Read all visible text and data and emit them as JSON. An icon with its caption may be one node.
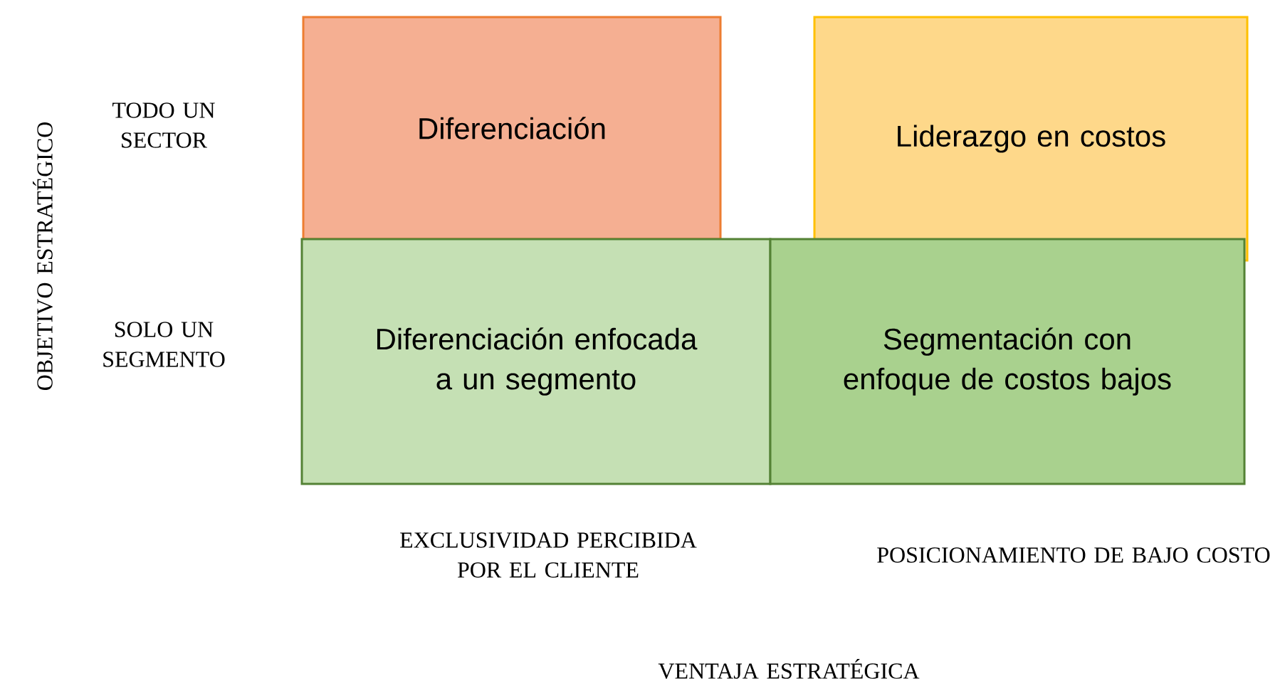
{
  "diagram": {
    "nodes": [
      {
        "text": [
          "Diferenciación"
        ]
      },
      {
        "text": [
          "Liderazgo en costos"
        ]
      },
      {
        "text": [
          "Diferenciación enfocada a un segmento"
        ]
      },
      {
        "text": [
          "Segmentación con enfoque de costos bajos"
        ]
      }
    ],
    "labels": [
      "OBJETIVO ESTRATÉGICO",
      "TODO UN SECTOR",
      "SOLO UN SEGMENTO",
      "EXCLUSIVIDAD PERCIBIDA POR EL CLIENTE",
      "POSICIONAMIENTO DE BAJO COSTO",
      "VENTAJA ESTRATÉGICA"
    ]
  }
}
